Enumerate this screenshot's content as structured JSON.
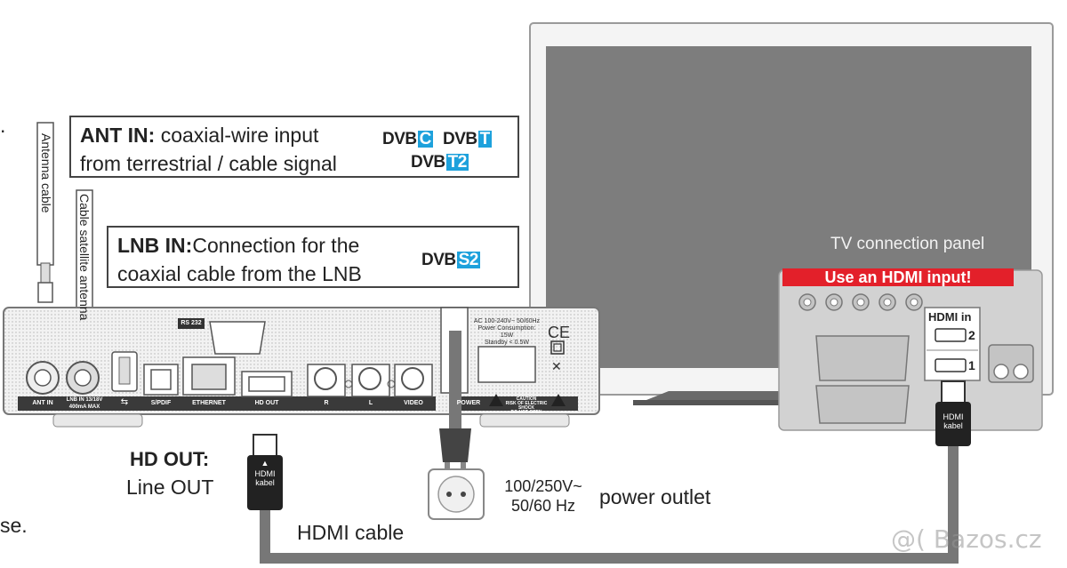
{
  "ant_in": {
    "title": "ANT IN:",
    "line1": "coaxial-wire input",
    "line2": "from terrestrial / cable signal",
    "badges": [
      {
        "prefix": "DVB",
        "suffix": "C"
      },
      {
        "prefix": "DVB",
        "suffix": "T"
      },
      {
        "prefix": "DVB",
        "suffix": "T2"
      }
    ]
  },
  "lnb_in": {
    "title": "LNB IN:",
    "line1": "Connection for the",
    "line2": "coaxial cable from the LNB",
    "badge": {
      "prefix": "DVB",
      "suffix": "S2"
    }
  },
  "cables": {
    "antenna": "Antenna cable",
    "satellite": "Cable satellite antenna"
  },
  "receiver": {
    "rs232": "RS 232",
    "ports": {
      "ant_in": "ANT IN",
      "lnb_in_1": "LNB IN 13/18V",
      "lnb_in_2": "400mA MAX",
      "spdif": "S/PDIF",
      "ethernet": "ETHERNET",
      "hd_out": "HD OUT",
      "r": "R",
      "l": "L",
      "video": "VIDEO",
      "power": "POWER"
    },
    "spec": {
      "l1": "AC 100-240V~ 50/60Hz",
      "l2": "Power Consumption:",
      "l3": "15W",
      "l4": "Standby < 0.5W"
    },
    "caution": {
      "l1": "CAUTION",
      "l2": "RISK OF ELECTRIC SHOCK",
      "l3": "DO NOT OPEN"
    },
    "ce": "CE"
  },
  "tv": {
    "panel_title": "TV connection panel",
    "hdmi_banner": "Use an HDMI input!",
    "hdmi_in": "HDMI in",
    "port2": "2",
    "port1": "1"
  },
  "hd_out": {
    "title": "HD OUT:",
    "subtitle": "Line OUT"
  },
  "plug_left": {
    "l1": "HDMI",
    "l2": "kabel"
  },
  "plug_right": {
    "l1": "HDMI",
    "l2": "kabel"
  },
  "hdmi_cable": "HDMI cable",
  "voltage": {
    "l1": "100/250V~",
    "l2": "50/60 Hz"
  },
  "power_outlet": "power outlet",
  "edge_text": {
    "left_top": ".",
    "left_bottom": "se."
  },
  "watermark": "@( Bazos.cz",
  "colors": {
    "accent_blue": "#1da1dc",
    "banner_red": "#e3202a",
    "cable_gray": "#777777"
  }
}
